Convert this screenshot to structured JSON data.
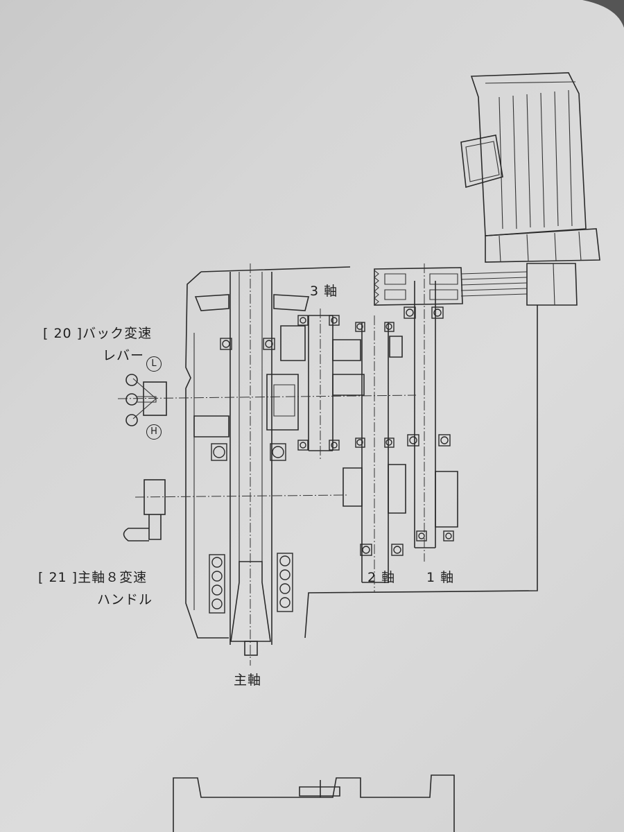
{
  "diagram": {
    "labels": {
      "back_lever_line1": "[ 20 ]バック変速",
      "back_lever_line2": "レバー",
      "lever_low": "L",
      "lever_high": "H",
      "shaft_3": "3 軸",
      "shaft_2": "2 軸",
      "shaft_1": "1 軸",
      "spindle": "主軸",
      "speed_handle_line1": "[ 21 ]主軸８変速",
      "speed_handle_line2": "ハンドル"
    }
  }
}
